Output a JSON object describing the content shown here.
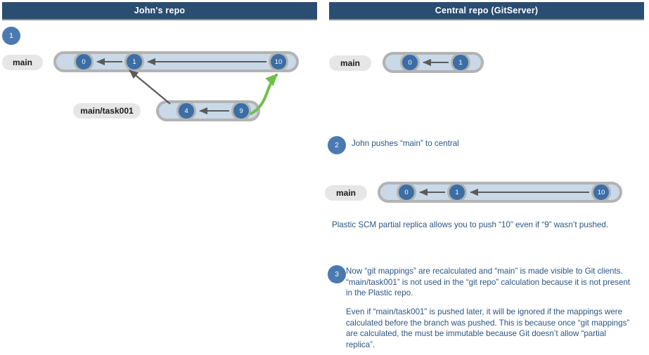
{
  "panels": {
    "left": {
      "title": "John's repo"
    },
    "right": {
      "title": "Central repo (GitServer)"
    }
  },
  "steps": [
    {
      "number": "1",
      "panel": "left"
    },
    {
      "number": "2",
      "panel": "right",
      "text": "John pushes “main” to central"
    },
    {
      "number": "3",
      "panel": "right",
      "text": "Now “git mappings” are recalculated and “main” is made visible to Git clients. “main/task001” is not used in the “git repo” calculation because it is not present in the Plastic repo."
    }
  ],
  "left_panel": {
    "branches": [
      {
        "name": "main",
        "nodes": [
          "0",
          "1",
          "10"
        ]
      },
      {
        "name": "main/task001",
        "nodes": [
          "4",
          "9"
        ]
      }
    ]
  },
  "right_panel": {
    "branches": [
      {
        "name": "main",
        "nodes": [
          "0",
          "1"
        ]
      },
      {
        "name": "main",
        "nodes": [
          "0",
          "1",
          "10"
        ]
      }
    ]
  },
  "notes": {
    "partial_replica": "Plastic SCM partial replica allows you to push “10” even if “9” wasn’t pushed.",
    "immutable_mappings": "Even if “main/task001” is pushed later, it will be ignored if the mappings were calculated before the branch was pushed. This is because once “git mappings” are calculated, the must be immutable because Git doesn’t allow “partial replica”."
  },
  "colors": {
    "header_bg": "#2a4d72",
    "node_fill": "#3b6ea5",
    "capsule_fill": "#c9d9e8",
    "capsule_border": "#b3b3b3",
    "pill_bg": "#e6e6e6",
    "text_blue": "#2b5580",
    "push_arrow": "#6ec04a",
    "parent_arrow": "#5a5a5a"
  }
}
